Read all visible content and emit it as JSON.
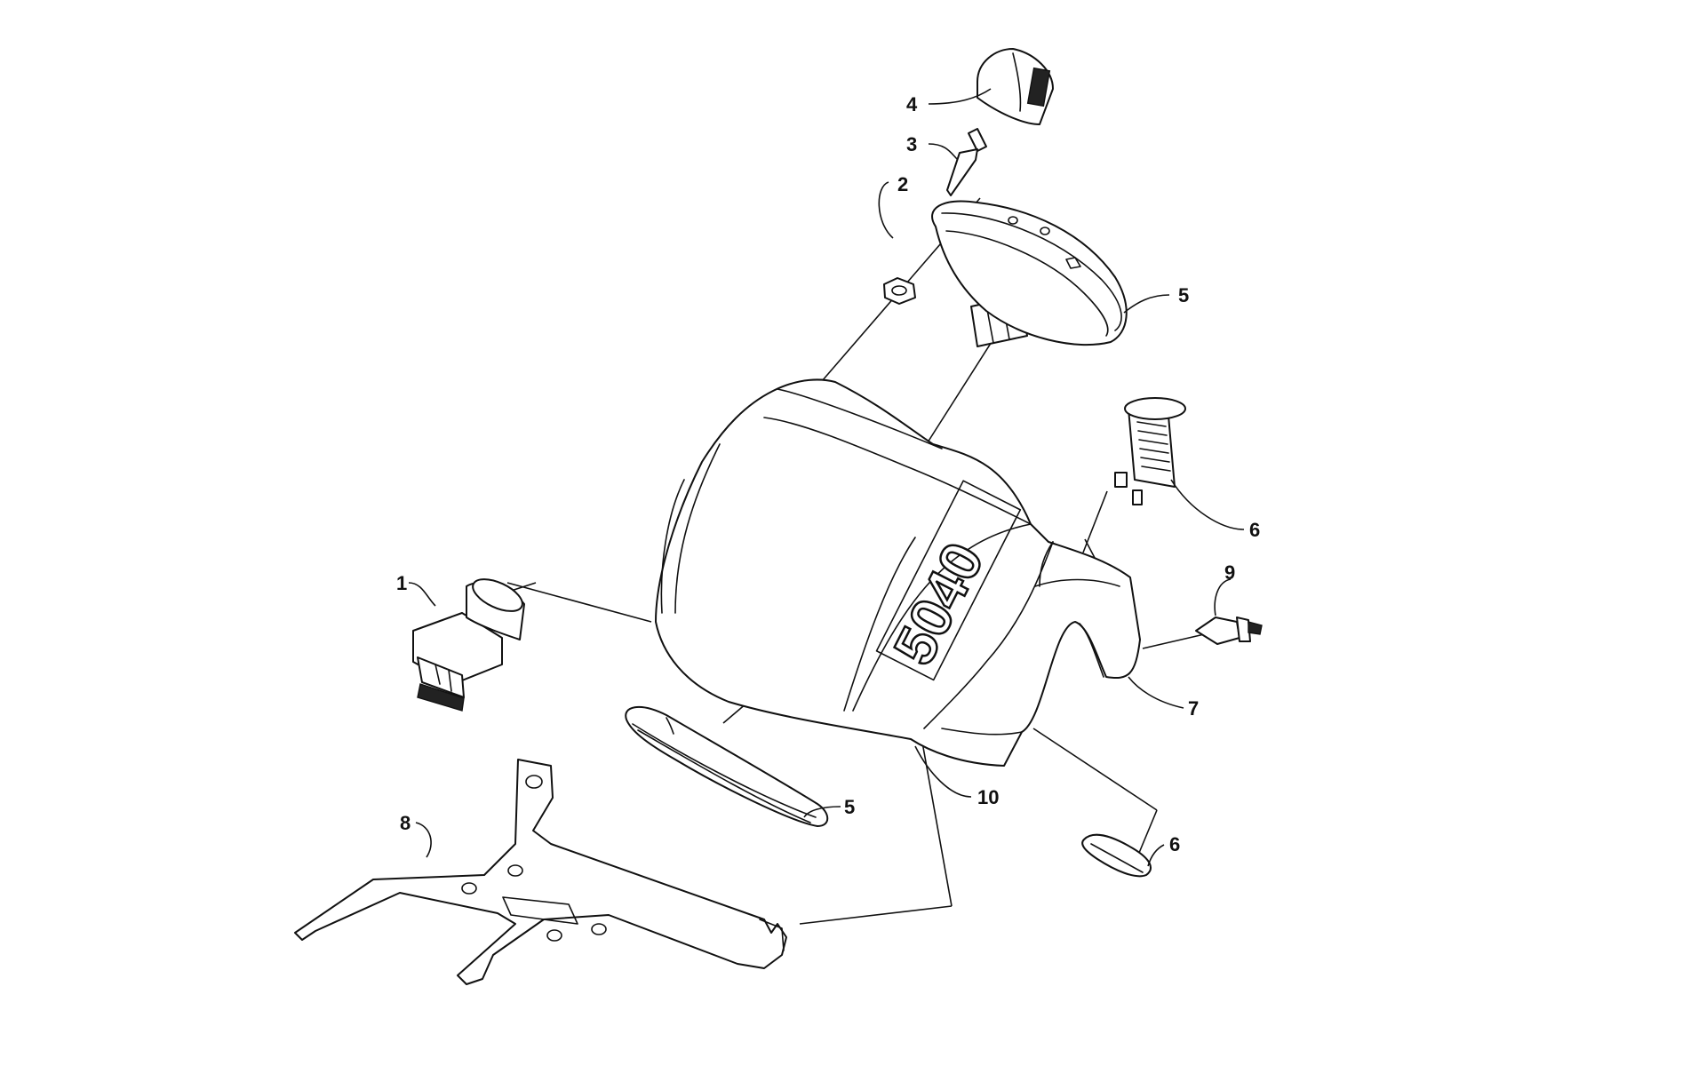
{
  "diagram": {
    "callouts": [
      {
        "id": "c1",
        "label": "1"
      },
      {
        "id": "c2",
        "label": "2"
      },
      {
        "id": "c3",
        "label": "3"
      },
      {
        "id": "c4",
        "label": "4"
      },
      {
        "id": "c5a",
        "label": "5"
      },
      {
        "id": "c5b",
        "label": "5"
      },
      {
        "id": "c6a",
        "label": "6"
      },
      {
        "id": "c6b",
        "label": "6"
      },
      {
        "id": "c7",
        "label": "7"
      },
      {
        "id": "c8",
        "label": "8"
      },
      {
        "id": "c9",
        "label": "9"
      },
      {
        "id": "c10",
        "label": "10"
      }
    ],
    "decal_text": "5040"
  }
}
